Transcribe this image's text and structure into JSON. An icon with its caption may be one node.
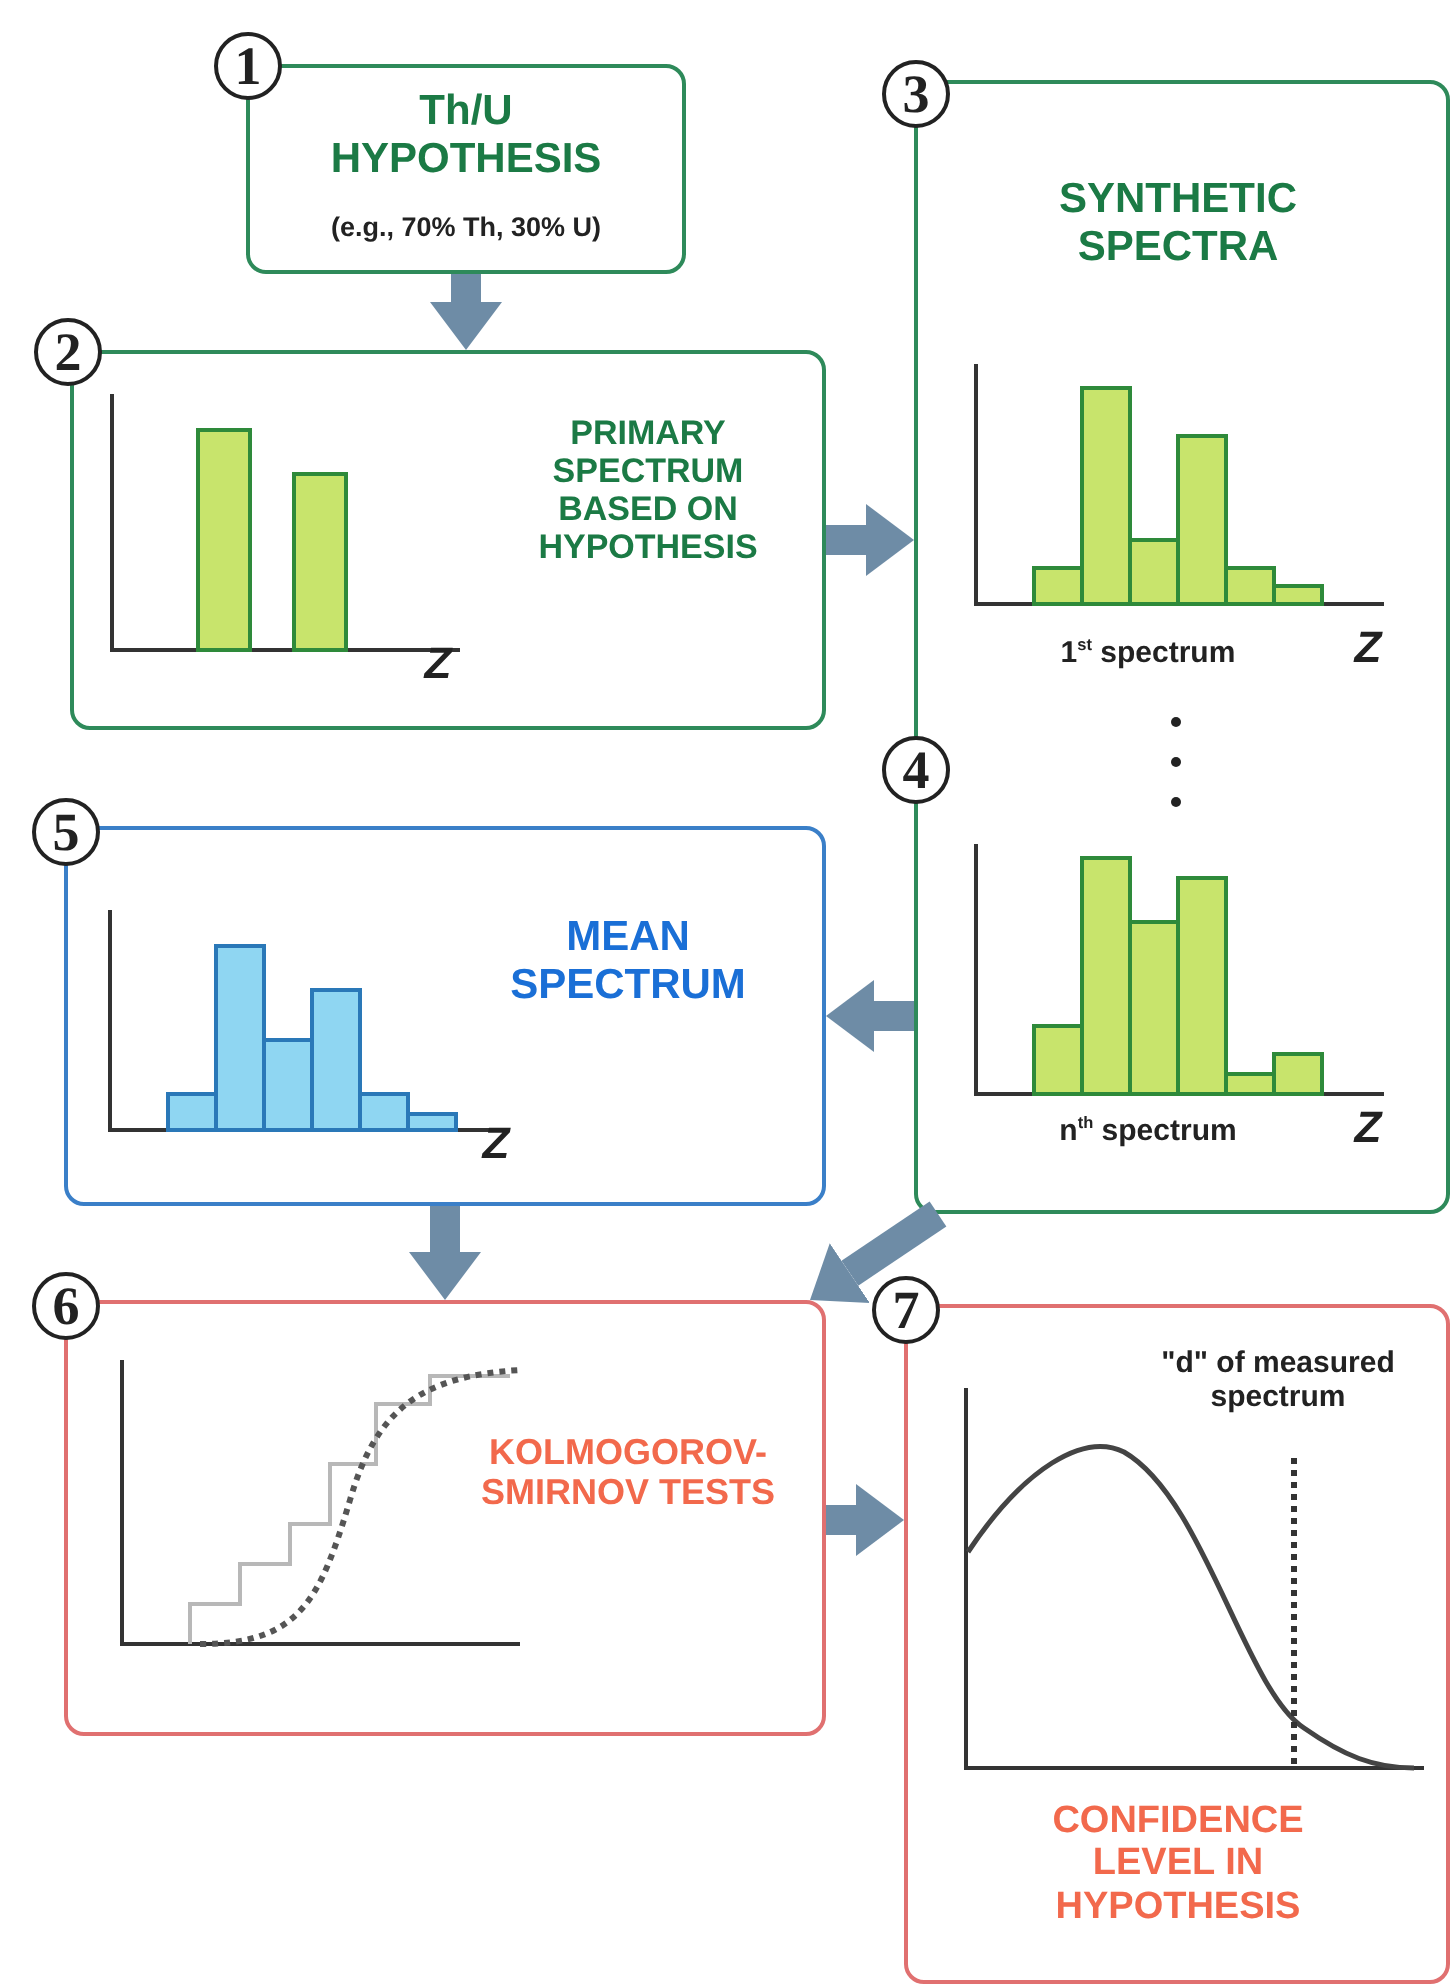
{
  "diagram": {
    "nodes": [
      {
        "text": [
          "Th/U HYPOTHESIS",
          "(e.g., 70% Th, 30% U)"
        ]
      },
      {
        "text": [
          "PRIMARY SPECTRUM BASED ON HYPOTHESIS",
          "Z"
        ]
      },
      {
        "text": [
          "SYNTHETIC SPECTRA",
          "1$^{st}$ spectrum",
          "Z",
          "n$^{th}$ spectrum",
          "Z"
        ]
      },
      {
        "text": [
          "MEAN SPECTRUM",
          "Z"
        ]
      },
      {
        "text": [
          "KOLMOGOROV-SMIRNOV TESTS"
        ]
      },
      {
        "text": [
          "\"d\" of measured spectrum",
          "CONFIDENCE LEVEL IN HYPOTHESIS"
        ]
      }
    ],
    "labels": [
      "1",
      "2",
      "3",
      "4",
      "5",
      "6",
      "7"
    ],
    "edges": [
      {
        "from": 0,
        "to": 1,
        "arrow": "to"
      },
      {
        "from": 1,
        "to": 2,
        "arrow": "to"
      },
      {
        "from": 2,
        "to": 3,
        "arrow": "to"
      },
      {
        "from": 3,
        "to": 4,
        "arrow": "to"
      },
      {
        "from": 2,
        "to": 4,
        "arrow": "to"
      },
      {
        "from": 4,
        "to": 5,
        "arrow": "to"
      }
    ]
  }
}
